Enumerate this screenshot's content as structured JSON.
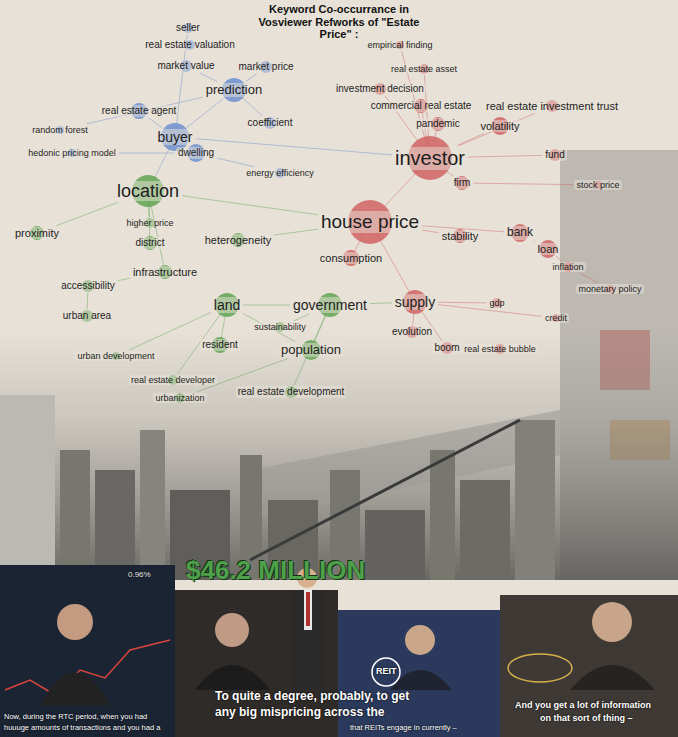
{
  "diagram": {
    "title": "Keyword Co-occurrance in Vosviewer Refworks of \"Estate Price\" :",
    "nodes": [
      {
        "text": [
          "seller"
        ]
      },
      {
        "text": [
          "real estate valuation"
        ]
      },
      {
        "text": [
          "market value"
        ]
      },
      {
        "text": [
          "market price"
        ]
      },
      {
        "text": [
          "prediction"
        ]
      },
      {
        "text": [
          "real estate agent"
        ]
      },
      {
        "text": [
          "buyer"
        ]
      },
      {
        "text": [
          "coefficient"
        ]
      },
      {
        "text": [
          "random forest"
        ]
      },
      {
        "text": [
          "hedonic pricing model"
        ]
      },
      {
        "text": [
          "dwelling"
        ]
      },
      {
        "text": [
          "energy efficiency"
        ]
      },
      {
        "text": [
          "location"
        ]
      },
      {
        "text": [
          "higher price"
        ]
      },
      {
        "text": [
          "proximity"
        ]
      },
      {
        "text": [
          "district"
        ]
      },
      {
        "text": [
          "heterogeneity"
        ]
      },
      {
        "text": [
          "infrastructure"
        ]
      },
      {
        "text": [
          "accessibility"
        ]
      },
      {
        "text": [
          "urban area"
        ]
      },
      {
        "text": [
          "land"
        ]
      },
      {
        "text": [
          "government"
        ]
      },
      {
        "text": [
          "sustainability"
        ]
      },
      {
        "text": [
          "resident"
        ]
      },
      {
        "text": [
          "population"
        ]
      },
      {
        "text": [
          "urban development"
        ]
      },
      {
        "text": [
          "real estate developer"
        ]
      },
      {
        "text": [
          "urbanization"
        ]
      },
      {
        "text": [
          "real estate development"
        ]
      },
      {
        "text": [
          "empirical finding"
        ]
      },
      {
        "text": [
          "real estate asset"
        ]
      },
      {
        "text": [
          "investment decision"
        ]
      },
      {
        "text": [
          "commercial real estate"
        ]
      },
      {
        "text": [
          "real estate investment trust"
        ]
      },
      {
        "text": [
          "pandemic"
        ]
      },
      {
        "text": [
          "volatility"
        ]
      },
      {
        "text": [
          "fund"
        ]
      },
      {
        "text": [
          "investor"
        ]
      },
      {
        "text": [
          "firm"
        ]
      },
      {
        "text": [
          "stock price"
        ]
      },
      {
        "text": [
          "house price"
        ]
      },
      {
        "text": [
          "stability"
        ]
      },
      {
        "text": [
          "bank"
        ]
      },
      {
        "text": [
          "loan"
        ]
      },
      {
        "text": [
          "consumption"
        ]
      },
      {
        "text": [
          "inflation"
        ]
      },
      {
        "text": [
          "monetary policy"
        ]
      },
      {
        "text": [
          "supply"
        ]
      },
      {
        "text": [
          "gdp"
        ]
      },
      {
        "text": [
          "credit"
        ]
      },
      {
        "text": [
          "evolution"
        ]
      },
      {
        "text": [
          "boom"
        ]
      },
      {
        "text": [
          "real estate bubble"
        ]
      }
    ],
    "edges": [
      {
        "from": 6,
        "to": 0,
        "arrow": "none"
      },
      {
        "from": 6,
        "to": 4,
        "arrow": "none"
      },
      {
        "from": 6,
        "to": 5,
        "arrow": "none"
      },
      {
        "from": 6,
        "to": 10,
        "arrow": "none"
      },
      {
        "from": 6,
        "to": 12,
        "arrow": "none"
      },
      {
        "from": 4,
        "to": 2,
        "arrow": "none"
      },
      {
        "from": 4,
        "to": 3,
        "arrow": "none"
      },
      {
        "from": 4,
        "to": 8,
        "arrow": "none"
      },
      {
        "from": 4,
        "to": 7,
        "arrow": "none"
      },
      {
        "from": 10,
        "to": 9,
        "arrow": "none"
      },
      {
        "from": 6,
        "to": 37,
        "arrow": "none"
      },
      {
        "from": 12,
        "to": 14,
        "arrow": "none"
      },
      {
        "from": 12,
        "to": 15,
        "arrow": "none"
      },
      {
        "from": 12,
        "to": 17,
        "arrow": "none"
      },
      {
        "from": 12,
        "to": 13,
        "arrow": "none"
      },
      {
        "from": 20,
        "to": 21,
        "arrow": "none"
      },
      {
        "from": 20,
        "to": 24,
        "arrow": "none"
      },
      {
        "from": 20,
        "to": 23,
        "arrow": "none"
      },
      {
        "from": 21,
        "to": 24,
        "arrow": "none"
      },
      {
        "from": 21,
        "to": 28,
        "arrow": "none"
      },
      {
        "from": 20,
        "to": 26,
        "arrow": "none"
      },
      {
        "from": 24,
        "to": 27,
        "arrow": "none"
      },
      {
        "from": 17,
        "to": 18,
        "arrow": "none"
      },
      {
        "from": 18,
        "to": 19,
        "arrow": "none"
      },
      {
        "from": 25,
        "to": 20,
        "arrow": "none"
      },
      {
        "from": 16,
        "to": 40,
        "arrow": "none"
      },
      {
        "from": 37,
        "to": 40,
        "arrow": "none"
      },
      {
        "from": 37,
        "to": 35,
        "arrow": "none"
      },
      {
        "from": 37,
        "to": 33,
        "arrow": "none"
      },
      {
        "from": 37,
        "to": 31,
        "arrow": "none"
      },
      {
        "from": 37,
        "to": 32,
        "arrow": "none"
      },
      {
        "from": 37,
        "to": 34,
        "arrow": "none"
      },
      {
        "from": 37,
        "to": 38,
        "arrow": "none"
      },
      {
        "from": 37,
        "to": 36,
        "arrow": "none"
      },
      {
        "from": 40,
        "to": 47,
        "arrow": "none"
      },
      {
        "from": 40,
        "to": 44,
        "arrow": "none"
      },
      {
        "from": 40,
        "to": 42,
        "arrow": "none"
      },
      {
        "from": 42,
        "to": 43,
        "arrow": "none"
      },
      {
        "from": 43,
        "to": 45,
        "arrow": "none"
      },
      {
        "from": 45,
        "to": 46,
        "arrow": "none"
      },
      {
        "from": 47,
        "to": 48,
        "arrow": "none"
      },
      {
        "from": 47,
        "to": 49,
        "arrow": "none"
      },
      {
        "from": 47,
        "to": 51,
        "arrow": "none"
      },
      {
        "from": 51,
        "to": 52,
        "arrow": "none"
      },
      {
        "from": 40,
        "to": 41,
        "arrow": "none"
      },
      {
        "from": 38,
        "to": 39,
        "arrow": "none"
      },
      {
        "from": 21,
        "to": 47,
        "arrow": "none"
      },
      {
        "from": 12,
        "to": 40,
        "arrow": "none"
      },
      {
        "from": 37,
        "to": 30,
        "arrow": "none"
      },
      {
        "from": 37,
        "to": 29,
        "arrow": "none"
      },
      {
        "from": 50,
        "to": 47,
        "arrow": "none"
      },
      {
        "from": 22,
        "to": 21,
        "arrow": "none"
      },
      {
        "from": 11,
        "to": 10,
        "arrow": "none"
      }
    ],
    "labels": [
      "$46.2 MILLION",
      "0.96%",
      "Now, during the RTC period, when you had",
      "huuuge amounts of transactions and you had a",
      "To quite a degree, probably, to get",
      "any big mispricing across the",
      "REIT",
      "that REITs engage in currently –",
      "And you get a lot of information",
      "on that sort of thing –"
    ]
  }
}
